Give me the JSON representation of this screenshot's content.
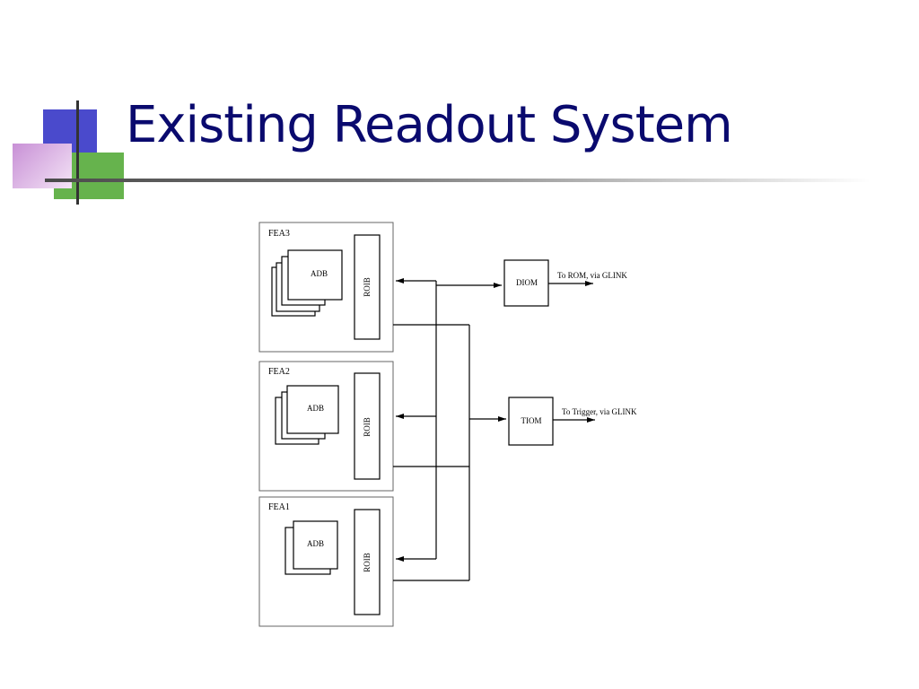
{
  "slide": {
    "title": "Existing Readout System"
  },
  "colors": {
    "title": "#0a0a6e",
    "deco_blue": "#4a4acc",
    "deco_green": "#66b34d",
    "deco_pink": "#d9a6e0"
  },
  "diagram": {
    "crates": [
      {
        "label": "FEA3",
        "adb_label": "ADB",
        "roib_label": "ROIB"
      },
      {
        "label": "FEA2",
        "adb_label": "ADB",
        "roib_label": "ROIB"
      },
      {
        "label": "FEA1",
        "adb_label": "ADB",
        "roib_label": "ROIB"
      }
    ],
    "modules": [
      {
        "label": "DIOM",
        "output": "To ROM, via GLINK"
      },
      {
        "label": "TIOM",
        "output": "To Trigger, via GLINK"
      }
    ]
  }
}
